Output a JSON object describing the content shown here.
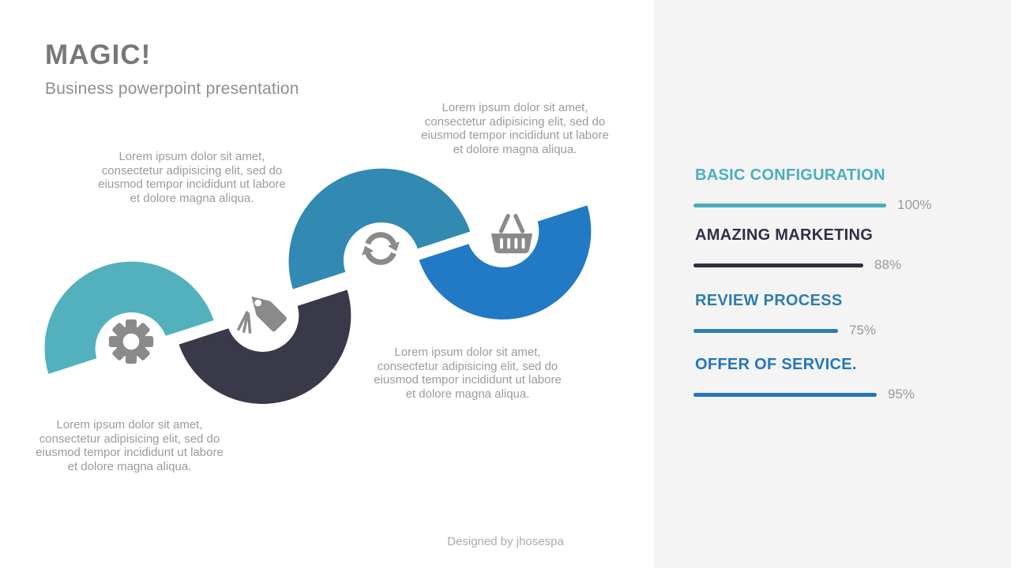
{
  "header": {
    "title": "MAGIC!",
    "subtitle": "Business powerpoint presentation"
  },
  "colors": {
    "panel_bg": "#F4F4F4",
    "title_gray": "#787878",
    "subtitle_gray": "#8F8F8F",
    "body_text_gray": "#9B9B9B",
    "percent_gray": "#9A9A9A",
    "credit_gray": "#ABABAB",
    "icon_gray": "#8A8A8A",
    "accent_teal": "#53B1BD",
    "accent_navy": "#393949",
    "accent_steel_blue": "#3289B1",
    "accent_blue": "#2279C4"
  },
  "diagram": {
    "steps": [
      {
        "icon": "gear-icon",
        "color": "#53B1BD",
        "text": "Lorem ipsum dolor sit amet, consectetur adipisicing elit, sed do eiusmod tempor incididunt ut labore et dolore magna aliqua."
      },
      {
        "icon": "tags-icon",
        "color": "#393949",
        "text": "Lorem ipsum dolor sit amet, consectetur adipisicing elit, sed do eiusmod tempor incididunt ut labore et dolore magna aliqua."
      },
      {
        "icon": "sync-icon",
        "color": "#3289B1",
        "text": "Lorem ipsum dolor sit amet, consectetur adipisicing elit, sed do eiusmod tempor incididunt ut labore et dolore magna aliqua."
      },
      {
        "icon": "basket-icon",
        "color": "#2279C4",
        "text": "Lorem ipsum dolor sit amet, consectetur adipisicing elit, sed do eiusmod tempor incididunt ut labore et dolore magna aliqua."
      }
    ]
  },
  "progress": {
    "items": [
      {
        "label": "BASIC CONFIGURATION",
        "percent": 100,
        "percent_label": "100%",
        "color": "#4AAFBB"
      },
      {
        "label": "AMAZING MARKETING",
        "percent": 88,
        "percent_label": "88%",
        "color": "#2F2F45"
      },
      {
        "label": "REVIEW PROCESS",
        "percent": 75,
        "percent_label": "75%",
        "color": "#2E7DAE"
      },
      {
        "label": "OFFER OF SERVICE.",
        "percent": 95,
        "percent_label": "95%",
        "color": "#2376BE"
      }
    ]
  },
  "footer": {
    "credit": "Designed by jhosespa"
  }
}
